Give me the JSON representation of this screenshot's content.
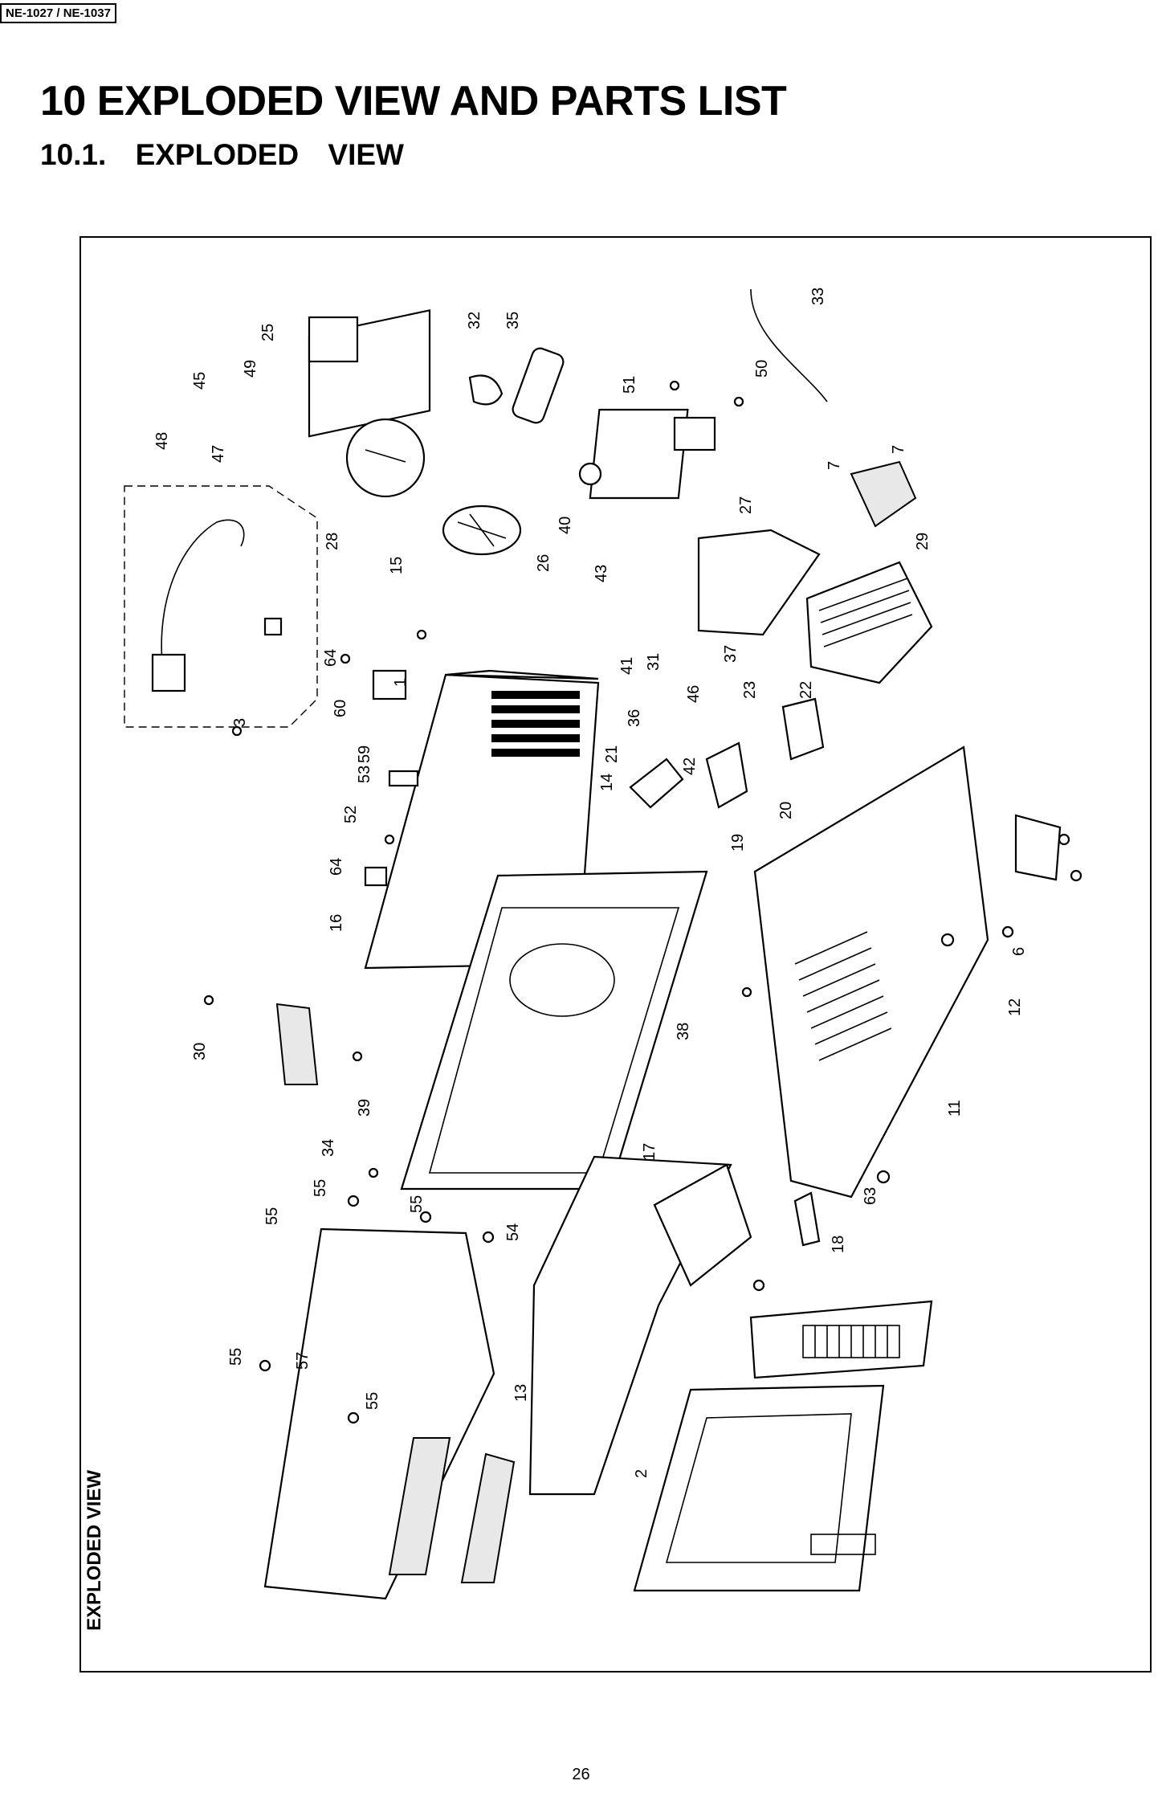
{
  "header": {
    "model_tag": "NE-1027 / NE-1037",
    "title": "10 EXPLODED VIEW AND PARTS LIST",
    "subtitle": "10.1.  EXPLODED VIEW"
  },
  "diagram": {
    "side_label": "EXPLODED VIEW",
    "callouts": [
      "1",
      "2",
      "3",
      "6",
      "7",
      "7",
      "11",
      "12",
      "13",
      "14",
      "15",
      "16",
      "17",
      "18",
      "19",
      "20",
      "21",
      "22",
      "23",
      "25",
      "26",
      "27",
      "28",
      "29",
      "30",
      "31",
      "32",
      "33",
      "34",
      "35",
      "36",
      "37",
      "38",
      "39",
      "40",
      "41",
      "42",
      "43",
      "45",
      "46",
      "47",
      "48",
      "49",
      "50",
      "51",
      "52",
      "53",
      "54",
      "55",
      "55",
      "55",
      "55",
      "55",
      "57",
      "59",
      "60",
      "63",
      "64",
      "64"
    ]
  },
  "footer": {
    "page_number": "26"
  }
}
